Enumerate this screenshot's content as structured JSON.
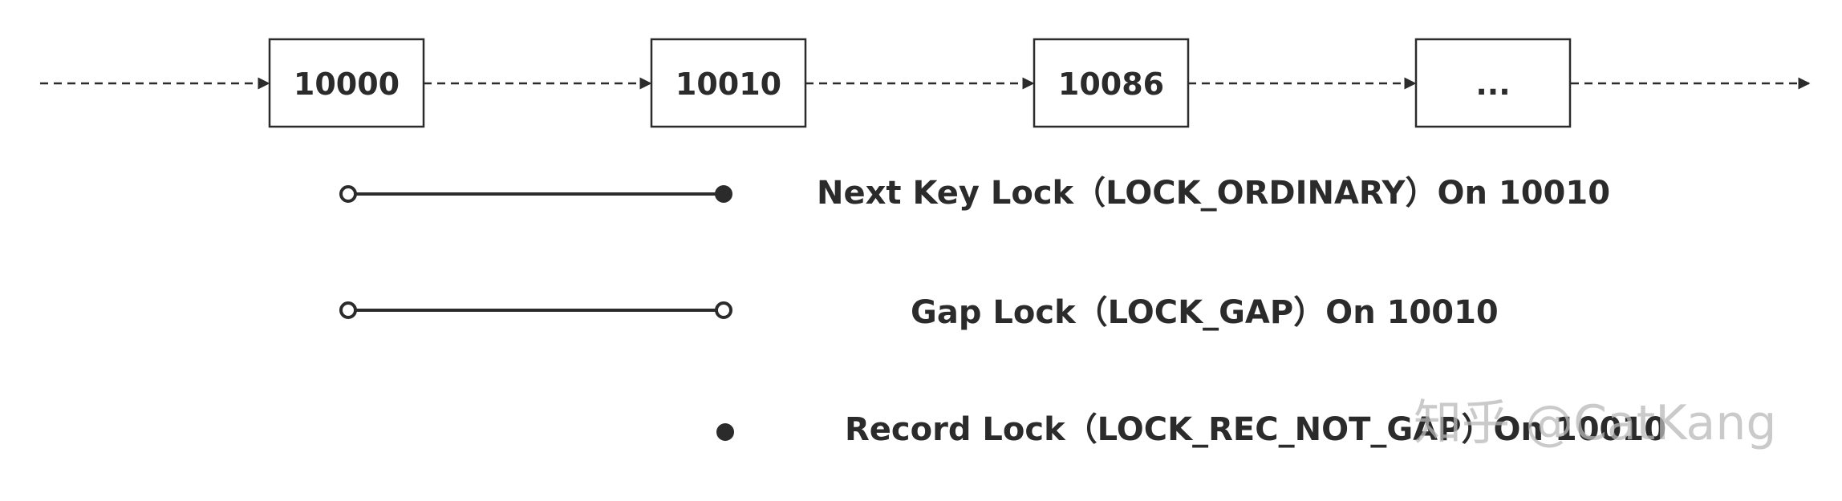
{
  "nodes": [
    "10000",
    "10010",
    "10086",
    "..."
  ],
  "locks": [
    {
      "label": "Next Key Lock（LOCK_ORDINARY）On 10010",
      "left_open": true,
      "right_closed": true
    },
    {
      "label": "Gap Lock（LOCK_GAP）On 10010",
      "left_open": true,
      "right_closed": false
    },
    {
      "label": "Record Lock（LOCK_REC_NOT_GAP）On 10010",
      "point_only": true
    }
  ],
  "watermark": "知乎 @CatKang",
  "colors": {
    "stroke": "#2b2b2b",
    "watermark": "#b9b9b9"
  }
}
